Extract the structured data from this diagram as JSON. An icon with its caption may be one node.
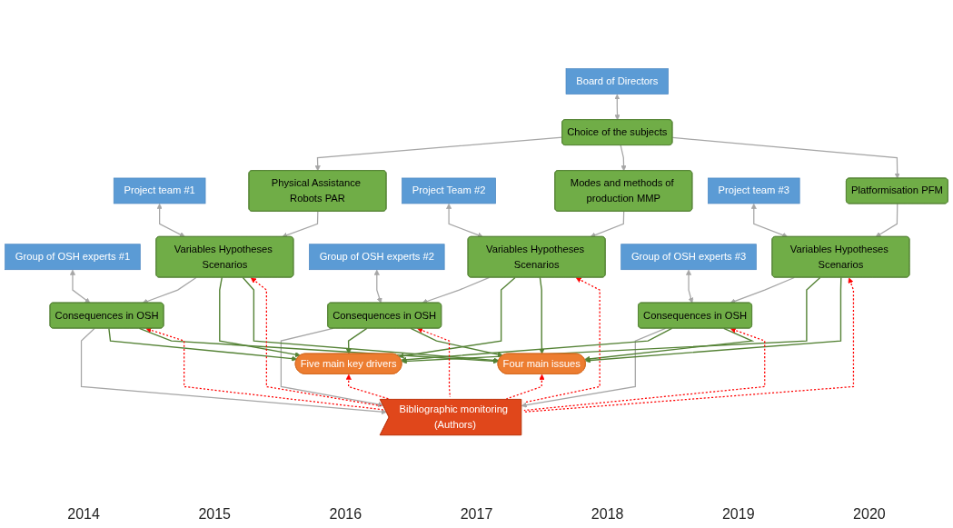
{
  "diagram": {
    "nodes": [
      {
        "text": [
          "Board of Directors"
        ]
      },
      {
        "text": [
          "Choice of the subjects"
        ]
      },
      {
        "text": [
          "Physical Assistance Robots PAR"
        ]
      },
      {
        "text": [
          "Modes and methods of production MMP"
        ]
      },
      {
        "text": [
          "Platformisation PFM"
        ]
      },
      {
        "text": [
          "Project team #1"
        ]
      },
      {
        "text": [
          "Variables Hypotheses Scenarios"
        ]
      },
      {
        "text": [
          "Project Team #2"
        ]
      },
      {
        "text": [
          "Variables Hypotheses Scenarios"
        ]
      },
      {
        "text": [
          "Project team #3"
        ]
      },
      {
        "text": [
          "Variables Hypotheses Scenarios"
        ]
      },
      {
        "text": [
          "Five main key drivers"
        ]
      },
      {
        "text": [
          "Group of OSH experts #1"
        ]
      },
      {
        "text": [
          "Consequences in OSH"
        ]
      },
      {
        "text": [
          "Group of OSH experts #2"
        ]
      },
      {
        "text": [
          "Consequences in OSH"
        ]
      },
      {
        "text": [
          "Group of OSH experts #3"
        ]
      },
      {
        "text": [
          "Consequences in OSH"
        ]
      },
      {
        "text": [
          "Four main issues"
        ]
      },
      {
        "text": [
          "Bibliographic monitoring (Authors)"
        ]
      }
    ],
    "edges": [
      {
        "from": 0,
        "to": 1,
        "arrow": "both"
      },
      {
        "from": 1,
        "to": 2,
        "arrow": "to"
      },
      {
        "from": 1,
        "to": 3,
        "arrow": "to"
      },
      {
        "from": 1,
        "to": 4,
        "arrow": "to"
      },
      {
        "from": 2,
        "to": 6,
        "arrow": "to"
      },
      {
        "from": 3,
        "to": 8,
        "arrow": "to"
      },
      {
        "from": 4,
        "to": 10,
        "arrow": "to"
      },
      {
        "from": 5,
        "to": 6,
        "arrow": "both"
      },
      {
        "from": 7,
        "to": 8,
        "arrow": "both"
      },
      {
        "from": 9,
        "to": 10,
        "arrow": "both"
      },
      {
        "from": 6,
        "to": 13,
        "arrow": "to"
      },
      {
        "from": 8,
        "to": 15,
        "arrow": "to"
      },
      {
        "from": 10,
        "to": 17,
        "arrow": "to"
      },
      {
        "from": 12,
        "to": 13,
        "arrow": "both"
      },
      {
        "from": 14,
        "to": 15,
        "arrow": "both"
      },
      {
        "from": 16,
        "to": 17,
        "arrow": "both"
      },
      {
        "from": 13,
        "to": 19,
        "arrow": "to"
      },
      {
        "from": 15,
        "to": 19,
        "arrow": "to"
      },
      {
        "from": 17,
        "to": 19,
        "arrow": "to"
      },
      {
        "from": 6,
        "to": 11,
        "arrow": "to",
        "color": "#548235"
      },
      {
        "from": 13,
        "to": 11,
        "arrow": "to",
        "color": "#548235"
      },
      {
        "from": 8,
        "to": 11,
        "arrow": "to",
        "color": "#548235"
      },
      {
        "from": 15,
        "to": 11,
        "arrow": "to",
        "color": "#548235"
      },
      {
        "from": 10,
        "to": 11,
        "arrow": "to",
        "color": "#548235"
      },
      {
        "from": 17,
        "to": 11,
        "arrow": "to",
        "color": "#548235"
      },
      {
        "from": 6,
        "to": 18,
        "arrow": "to",
        "color": "#548235"
      },
      {
        "from": 13,
        "to": 18,
        "arrow": "to",
        "color": "#548235"
      },
      {
        "from": 8,
        "to": 18,
        "arrow": "to",
        "color": "#548235"
      },
      {
        "from": 15,
        "to": 18,
        "arrow": "to",
        "color": "#548235"
      },
      {
        "from": 10,
        "to": 18,
        "arrow": "to",
        "color": "#548235"
      },
      {
        "from": 17,
        "to": 18,
        "arrow": "to",
        "color": "#548235"
      },
      {
        "from": 19,
        "to": 6,
        "arrow": "to",
        "style": "dashed",
        "color": "#ff0000"
      },
      {
        "from": 19,
        "to": 13,
        "arrow": "to",
        "style": "dashed",
        "color": "#ff0000"
      },
      {
        "from": 19,
        "to": 8,
        "arrow": "to",
        "style": "dashed",
        "color": "#ff0000"
      },
      {
        "from": 19,
        "to": 15,
        "arrow": "to",
        "style": "dashed",
        "color": "#ff0000"
      },
      {
        "from": 19,
        "to": 10,
        "arrow": "to",
        "style": "dashed",
        "color": "#ff0000"
      },
      {
        "from": 19,
        "to": 17,
        "arrow": "to",
        "style": "dashed",
        "color": "#ff0000"
      },
      {
        "from": 19,
        "to": 11,
        "arrow": "to",
        "style": "dashed",
        "color": "#ff0000"
      },
      {
        "from": 19,
        "to": 18,
        "arrow": "to",
        "style": "dashed",
        "color": "#ff0000"
      }
    ],
    "labels": [
      "2014",
      "2015",
      "2016",
      "2017",
      "2018",
      "2019",
      "2020"
    ]
  }
}
